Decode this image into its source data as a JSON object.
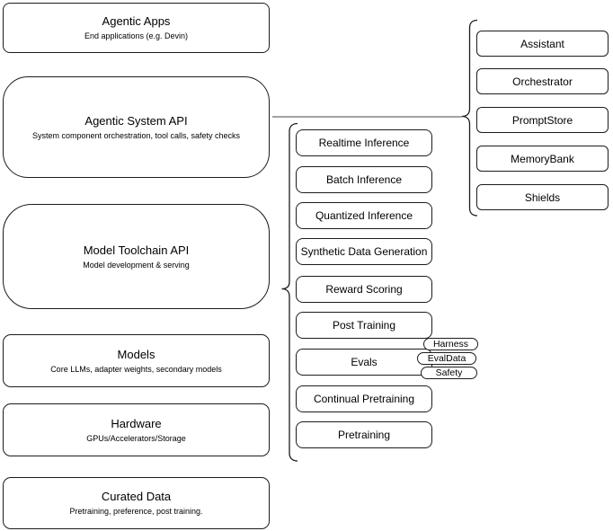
{
  "diagram": {
    "background": "#ffffff",
    "stroke_color": "#1c1c1c",
    "connector_color": "#6b6b6b",
    "left_stack": [
      {
        "title": "Agentic Apps",
        "subtitle": "End applications (e.g. Devin)"
      },
      {
        "title": "Agentic System API",
        "subtitle": "System component orchestration, tool calls, safety checks"
      },
      {
        "title": "Model Toolchain API",
        "subtitle": "Model development & serving"
      },
      {
        "title": "Models",
        "subtitle": "Core LLMs, adapter weights, secondary models"
      },
      {
        "title": "Hardware",
        "subtitle": "GPUs/Accelerators/Storage"
      },
      {
        "title": "Curated Data",
        "subtitle": "Pretraining, preference, post training."
      }
    ],
    "toolchain_components": [
      "Realtime Inference",
      "Batch Inference",
      "Quantized Inference",
      "Synthetic Data Generation",
      "Reward Scoring",
      "Post Training",
      "Evals",
      "Continual Pretraining",
      "Pretraining"
    ],
    "evals_tags": [
      "Harness",
      "EvalData",
      "Safety"
    ],
    "system_components": [
      "Assistant",
      "Orchestrator",
      "PromptStore",
      "MemoryBank",
      "Shields"
    ]
  }
}
